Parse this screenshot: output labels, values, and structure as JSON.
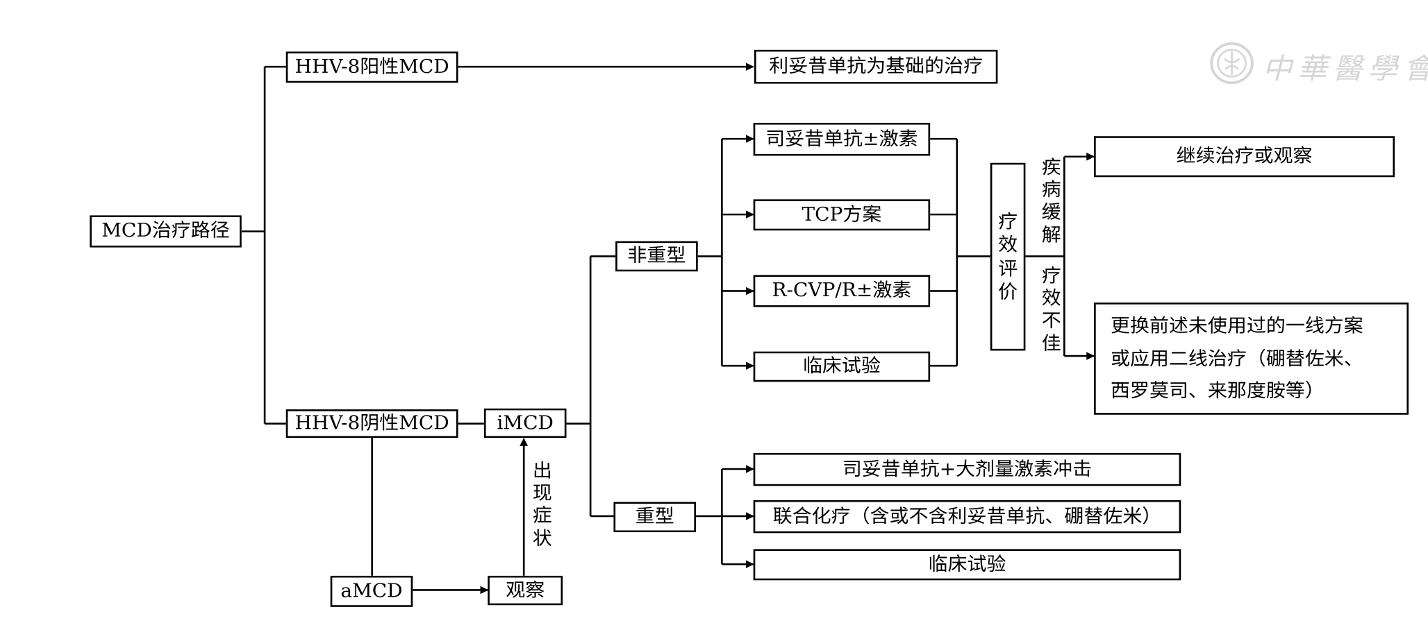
{
  "nodes": {
    "root": "MCD治疗路径",
    "hhv8_pos": "HHV-8阳性MCD",
    "rituximab": "利妥昔单抗为基础的治疗",
    "hhv8_neg": "HHV-8阴性MCD",
    "imcd": "iMCD",
    "amcd": "aMCD",
    "observe": "观察",
    "nonsevere": "非重型",
    "severe": "重型",
    "opt_siltuximab": "司妥昔单抗±激素",
    "opt_tcp": "TCP方案",
    "opt_rcvp": "R-CVP/R±激素",
    "opt_trial": "临床试验",
    "efficacy_eval": [
      "疗",
      "效",
      "评",
      "价"
    ],
    "continue": "继续治疗或观察",
    "change_lines": [
      "更换前述未使用过的一线方案",
      "或应用二线治疗（硼替佐米、",
      "西罗莫司、来那度胺等）"
    ],
    "severe_siltuximab": "司妥昔单抗+大剂量激素冲击",
    "severe_combo": "联合化疗（含或不含利妥昔单抗、硼替佐米）",
    "severe_trial": "临床试验"
  },
  "labels": {
    "symptoms": [
      "出",
      "现",
      "症",
      "状"
    ],
    "remission": [
      "疾",
      "病",
      "缓",
      "解"
    ],
    "poor": [
      "疗",
      "效",
      "不",
      "佳"
    ]
  },
  "watermark": {
    "text": "中華醫學會",
    "icon": "society-seal-icon"
  },
  "colors": {
    "line": "#000000",
    "watermark": "#d6d6d6"
  }
}
